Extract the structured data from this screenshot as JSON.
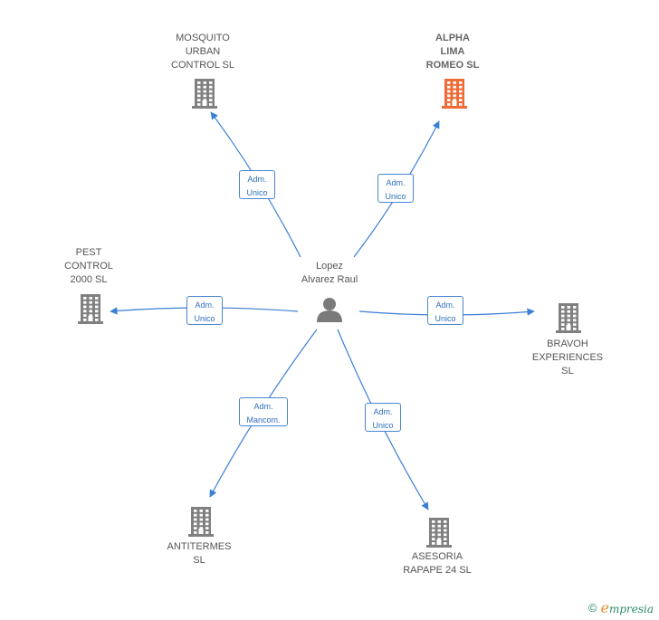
{
  "center": {
    "label": "Lopez\nAlvarez Raul"
  },
  "companies": [
    {
      "id": "mosquito",
      "label": "MOSQUITO\nURBAN\nCONTROL  SL",
      "highlight": false
    },
    {
      "id": "alpha",
      "label": "ALPHA\nLIMA\nROMEO  SL",
      "highlight": true
    },
    {
      "id": "pest",
      "label": "PEST\nCONTROL\n2000  SL",
      "highlight": false
    },
    {
      "id": "bravoh",
      "label": "BRAVOH\nEXPERIENCES\nSL",
      "highlight": false
    },
    {
      "id": "antitermes",
      "label": "ANTITERMES\nSL",
      "highlight": false
    },
    {
      "id": "asesoria",
      "label": "ASESORIA\nRAPAPE 24  SL",
      "highlight": false
    }
  ],
  "relations": [
    {
      "to": "mosquito",
      "label": "Adm.\nUnico"
    },
    {
      "to": "alpha",
      "label": "Adm.\nUnico"
    },
    {
      "to": "pest",
      "label": "Adm.\nUnico"
    },
    {
      "to": "bravoh",
      "label": "Adm.\nUnico"
    },
    {
      "to": "antitermes",
      "label": "Adm.\nMancom."
    },
    {
      "to": "asesoria",
      "label": "Adm.\nUnico"
    }
  ],
  "colors": {
    "edge": "#3a7fd5",
    "building": "#808080",
    "highlight_building": "#f06a35",
    "person": "#7a7a7a"
  },
  "footer": {
    "copyright": "©",
    "brand_initial": "e",
    "brand_rest": "mpresia"
  }
}
